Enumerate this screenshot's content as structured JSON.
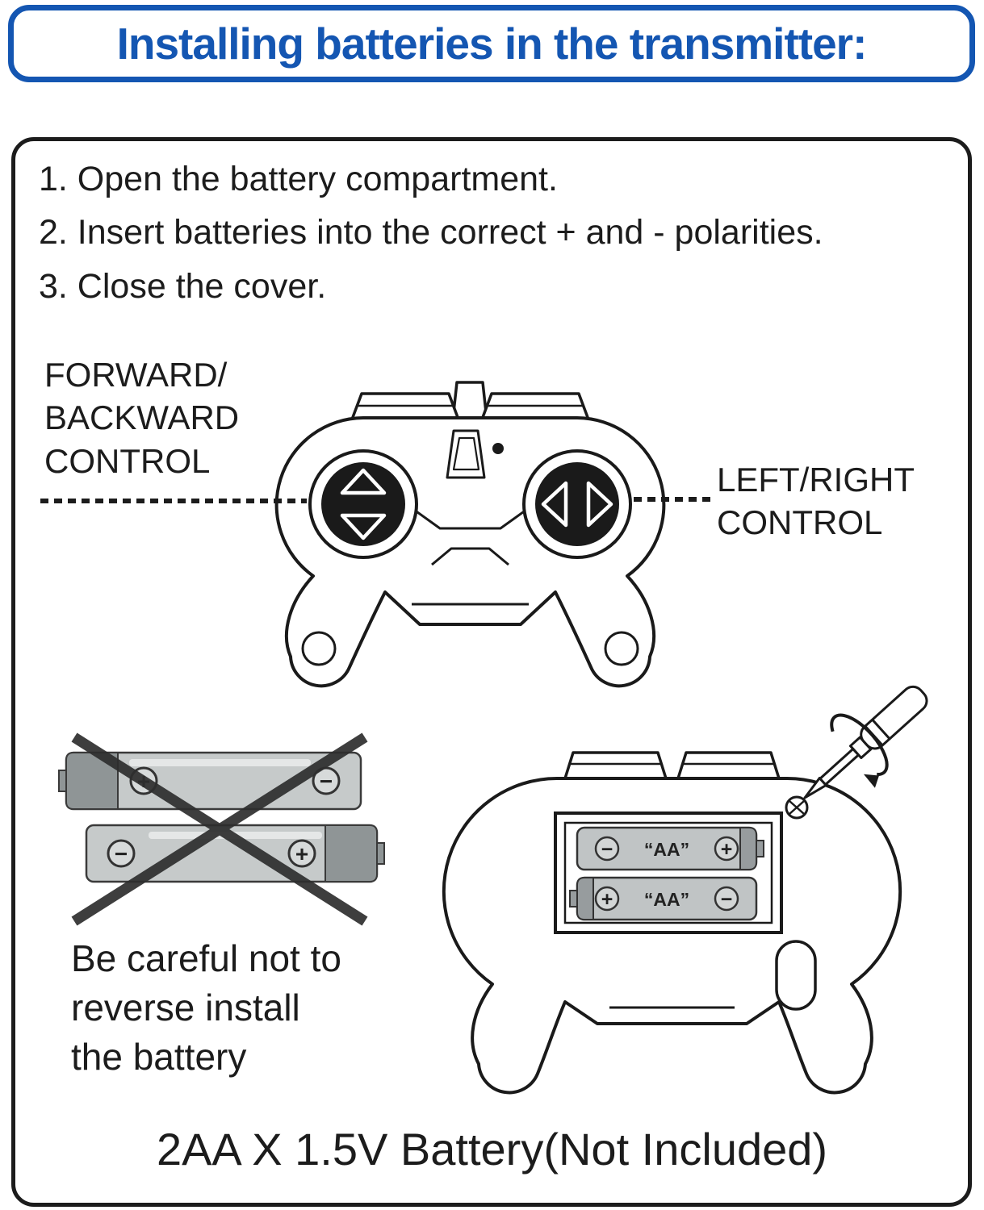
{
  "title": "Installing batteries in the transmitter:",
  "steps": [
    "1. Open the battery compartment.",
    "2. Insert batteries into the correct + and - polarities.",
    "3. Close the cover."
  ],
  "labels": {
    "forward_backward": "FORWARD/\nBACKWARD\nCONTROL",
    "left_right": "LEFT/RIGHT\nCONTROL",
    "caution": "Be careful not to\nreverse install\nthe battery",
    "bottom_note": "2AA X 1.5V Battery(Not Included)",
    "battery_cell": "“AA”",
    "plus": "+",
    "minus": "−"
  },
  "colors": {
    "title_blue": "#1456b2",
    "ink": "#1c1c1c",
    "battery_body": "#c6caca",
    "battery_cap": "#8f9596"
  }
}
